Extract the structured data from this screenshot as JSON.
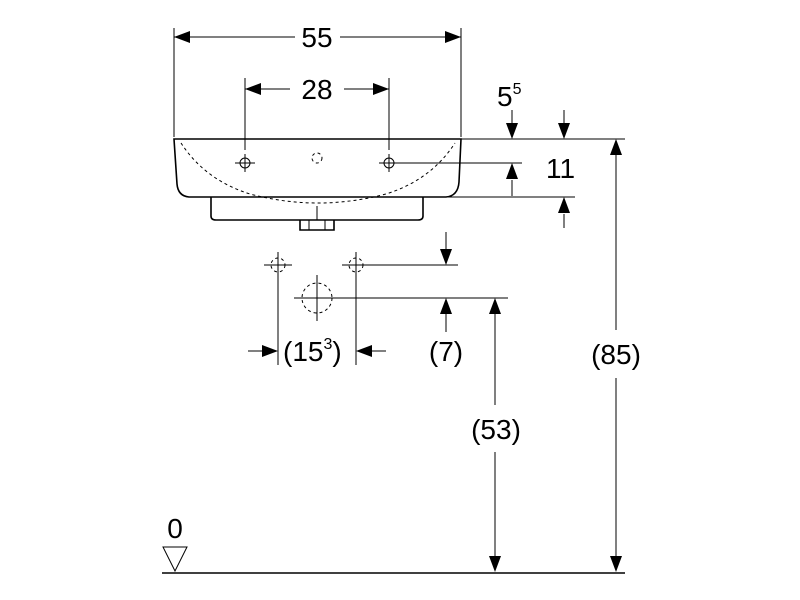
{
  "dimensions": {
    "width_overall": "55",
    "tap_spacing": "28",
    "rim_thickness_main": "5",
    "rim_thickness_sup": "5",
    "bowl_depth": "11",
    "supply_spacing_main": "(15",
    "supply_spacing_sup": "3",
    "supply_spacing_close": ")",
    "supply_offset": "(7)",
    "drain_height": "(53)",
    "rim_height": "(85)",
    "floor_level": "0"
  }
}
